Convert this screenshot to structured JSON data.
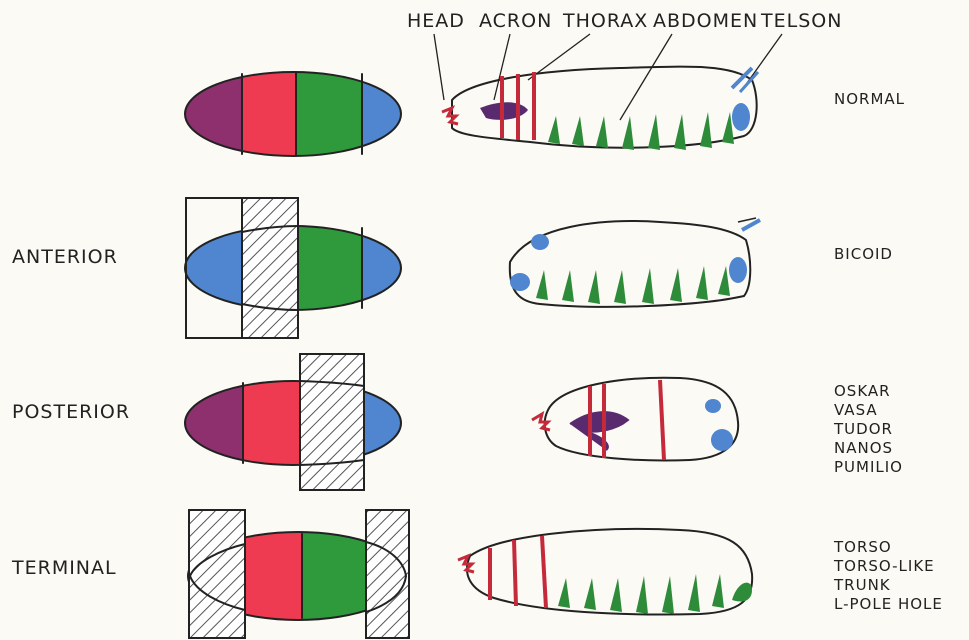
{
  "labels": {
    "head": "HEAD",
    "acron": "ACRON",
    "thorax": "THORAX",
    "abdomen": "ABDOMEN",
    "telson": "TELSON"
  },
  "rows": [
    {
      "group": "",
      "phenotype": "NORMAL",
      "genes": []
    },
    {
      "group": "ANTERIOR",
      "phenotype": "",
      "genes": [
        "BICOID"
      ]
    },
    {
      "group": "POSTERIOR",
      "phenotype": "",
      "genes": [
        "OSKAR",
        "VASA",
        "TUDOR",
        "NANOS",
        "PUMILIO"
      ]
    },
    {
      "group": "TERMINAL",
      "phenotype": "",
      "genes": [
        "TORSO",
        "TORSO-LIKE",
        "TRUNK",
        "L-POLE HOLE"
      ]
    }
  ],
  "colors": {
    "head": "#8e2f6e",
    "thorax": "#ee3b52",
    "abdomen": "#2f9a3c",
    "telson": "#4f86cf",
    "stripe": "#c52a3b",
    "denticle": "#2e8b3a",
    "mouth": "#5a2a6e"
  }
}
